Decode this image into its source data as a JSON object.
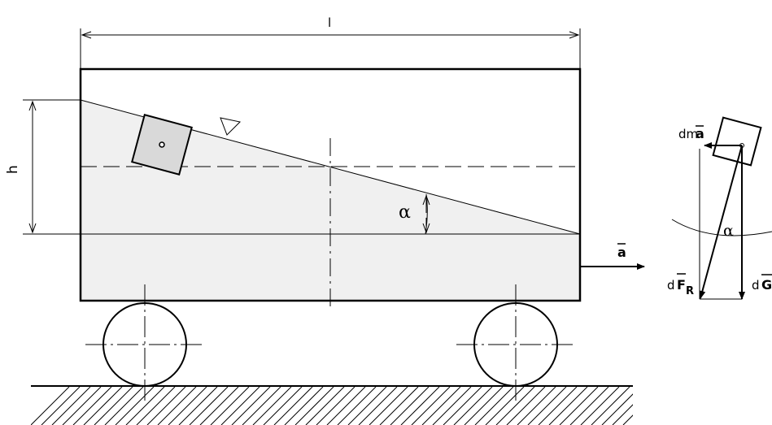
{
  "labels": {
    "length": "l",
    "height": "h",
    "angle": "α",
    "acceleration": "a",
    "inertial_force_prefix": "dm",
    "inertial_force_vector": "a",
    "angle_right": "α",
    "reaction_prefix": "d",
    "reaction_vector": "F",
    "reaction_subscript": "R",
    "gravity_prefix": "d",
    "gravity_vector": "G"
  },
  "colors": {
    "line": "#000000",
    "liquid_fill": "#f0f0f0",
    "block_fill": "#d9d9d9",
    "ground_hatch": "#000000"
  }
}
